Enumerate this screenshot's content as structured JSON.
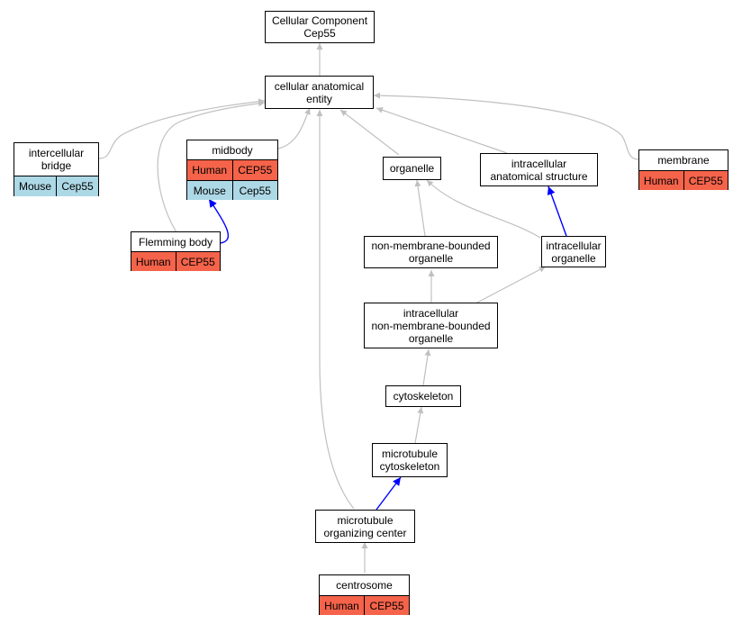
{
  "colors": {
    "human": "#f4634a",
    "mouse": "#add8e6",
    "edge_is_a": "#c0c0c0",
    "edge_part_of": "#0000ff"
  },
  "nodes": {
    "cellular_component": {
      "line1": "Cellular Component",
      "line2": "Cep55"
    },
    "cellular_anatomical_entity": {
      "line1": "cellular anatomical",
      "line2": "entity"
    },
    "intercellular_bridge": {
      "line1": "intercellular",
      "line2": "bridge",
      "rows": [
        [
          "Mouse",
          "Cep55"
        ]
      ]
    },
    "midbody": {
      "line1": "midbody",
      "rows": [
        [
          "Human",
          "CEP55"
        ],
        [
          "Mouse",
          "Cep55"
        ]
      ]
    },
    "organelle": {
      "line1": "organelle"
    },
    "intracellular_anatomical_structure": {
      "line1": "intracellular",
      "line2": "anatomical structure"
    },
    "membrane": {
      "line1": "membrane",
      "rows": [
        [
          "Human",
          "CEP55"
        ]
      ]
    },
    "flemming_body": {
      "line1": "Flemming body",
      "rows": [
        [
          "Human",
          "CEP55"
        ]
      ]
    },
    "non_membrane_bounded_organelle": {
      "line1": "non-membrane-bounded",
      "line2": "organelle"
    },
    "intracellular_organelle": {
      "line1": "intracellular",
      "line2": "organelle"
    },
    "intracellular_nmb_organelle": {
      "line1": "intracellular",
      "line2": "non-membrane-bounded",
      "line3": "organelle"
    },
    "cytoskeleton": {
      "line1": "cytoskeleton"
    },
    "microtubule_cytoskeleton": {
      "line1": "microtubule",
      "line2": "cytoskeleton"
    },
    "microtubule_organizing_center": {
      "line1": "microtubule",
      "line2": "organizing center"
    },
    "centrosome": {
      "line1": "centrosome",
      "rows": [
        [
          "Human",
          "CEP55"
        ]
      ]
    }
  }
}
